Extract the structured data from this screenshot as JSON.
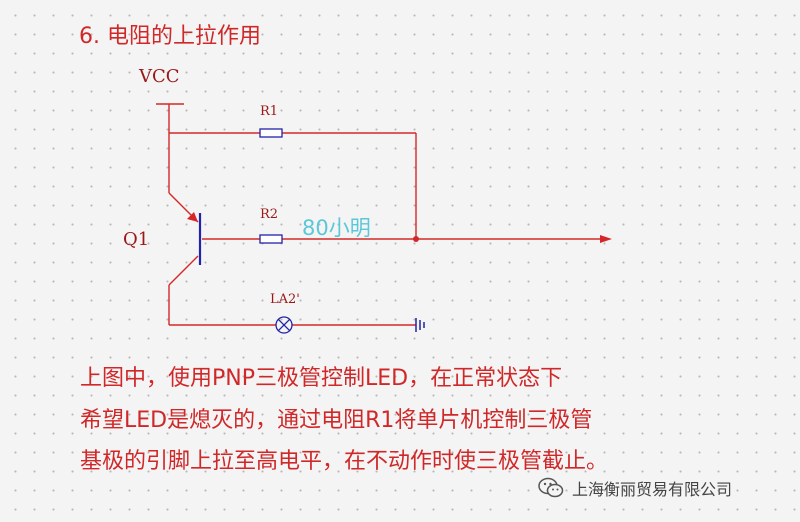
{
  "title": "6. 电阻的上拉作用",
  "labels": {
    "vcc": "VCC",
    "q1": "Q1",
    "r1": "R1",
    "r2": "R2",
    "la2": "LA2'",
    "watermark": "80小明"
  },
  "description": [
    "上图中，使用PNP三极管控制LED，在正常状态下",
    "希望LED是熄灭的，通过电阻R1将单片机控制三极管",
    "基极的引脚上拉至高电平，在不动作时使三极管截止。"
  ],
  "footer": {
    "brand": "上海衡丽贸易有限公司",
    "icon": "wechat-icon"
  },
  "colors": {
    "wire": "#d42828",
    "component": "#2222aa",
    "text": "#d02828",
    "label": "#9a1818",
    "watermark": "#5ac8d8"
  }
}
